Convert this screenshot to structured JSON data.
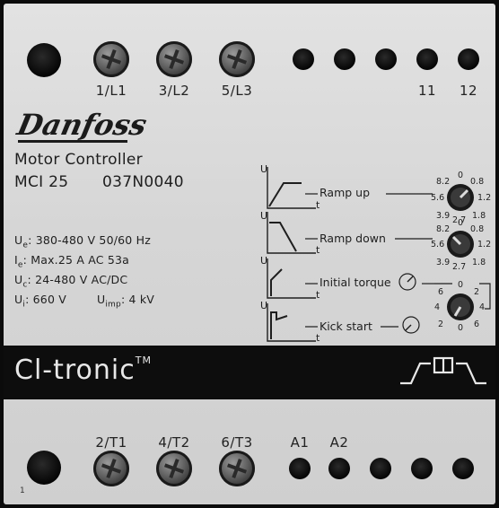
{
  "top_terminals": [
    "1/L1",
    "3/L2",
    "5/L3"
  ],
  "aux_terminals": [
    "11",
    "12"
  ],
  "bottom_terminals": [
    "2/T1",
    "4/T2",
    "6/T3"
  ],
  "control_terminals": [
    "A1",
    "A2"
  ],
  "brand": "Danfoss",
  "product": {
    "name": "Motor Controller",
    "model": "MCI 25",
    "code": "037N0040"
  },
  "specs": {
    "ue_sym": "U",
    "ue_sub": "e",
    "ue_val": ": 380-480 V 50/60 Hz",
    "ie_sym": "I",
    "ie_sub": "e",
    "ie_val": ": Max.25 A AC 53a",
    "uc_sym": "U",
    "uc_sub": "c",
    "uc_val": ": 24-480 V AC/DC",
    "ui_sym": "U",
    "ui_sub": "i",
    "ui_val": ": 660 V",
    "uimp_sym": "U",
    "uimp_sub": "imp",
    "uimp_val": ": 4 kV"
  },
  "functions": {
    "ramp_up": "Ramp up",
    "ramp_down": "Ramp down",
    "initial_torque": "Initial torque",
    "kick_start": "Kick start",
    "axis_u": "U",
    "axis_t": "t"
  },
  "ramp_dial": {
    "top": "0",
    "left_top": "8.2",
    "left_mid": "5.6",
    "left_bottom": "3.9",
    "bottom": "2.7",
    "right_top": "0.8",
    "right_mid": "1.2",
    "right_bottom": "1.8"
  },
  "kick_dial": {
    "top": "0",
    "left_top": "6",
    "left_mid": "4",
    "left_bottom": "2",
    "bottom": "0",
    "right_top": "2",
    "right_mid": "4",
    "right_bottom": "6"
  },
  "band_label": "Cl-tronic",
  "band_tm": "TM",
  "corner_number": "1",
  "colors": {
    "body": "#d9d9d9",
    "band": "#0d0d0d",
    "ink": "#1e1e1e"
  }
}
